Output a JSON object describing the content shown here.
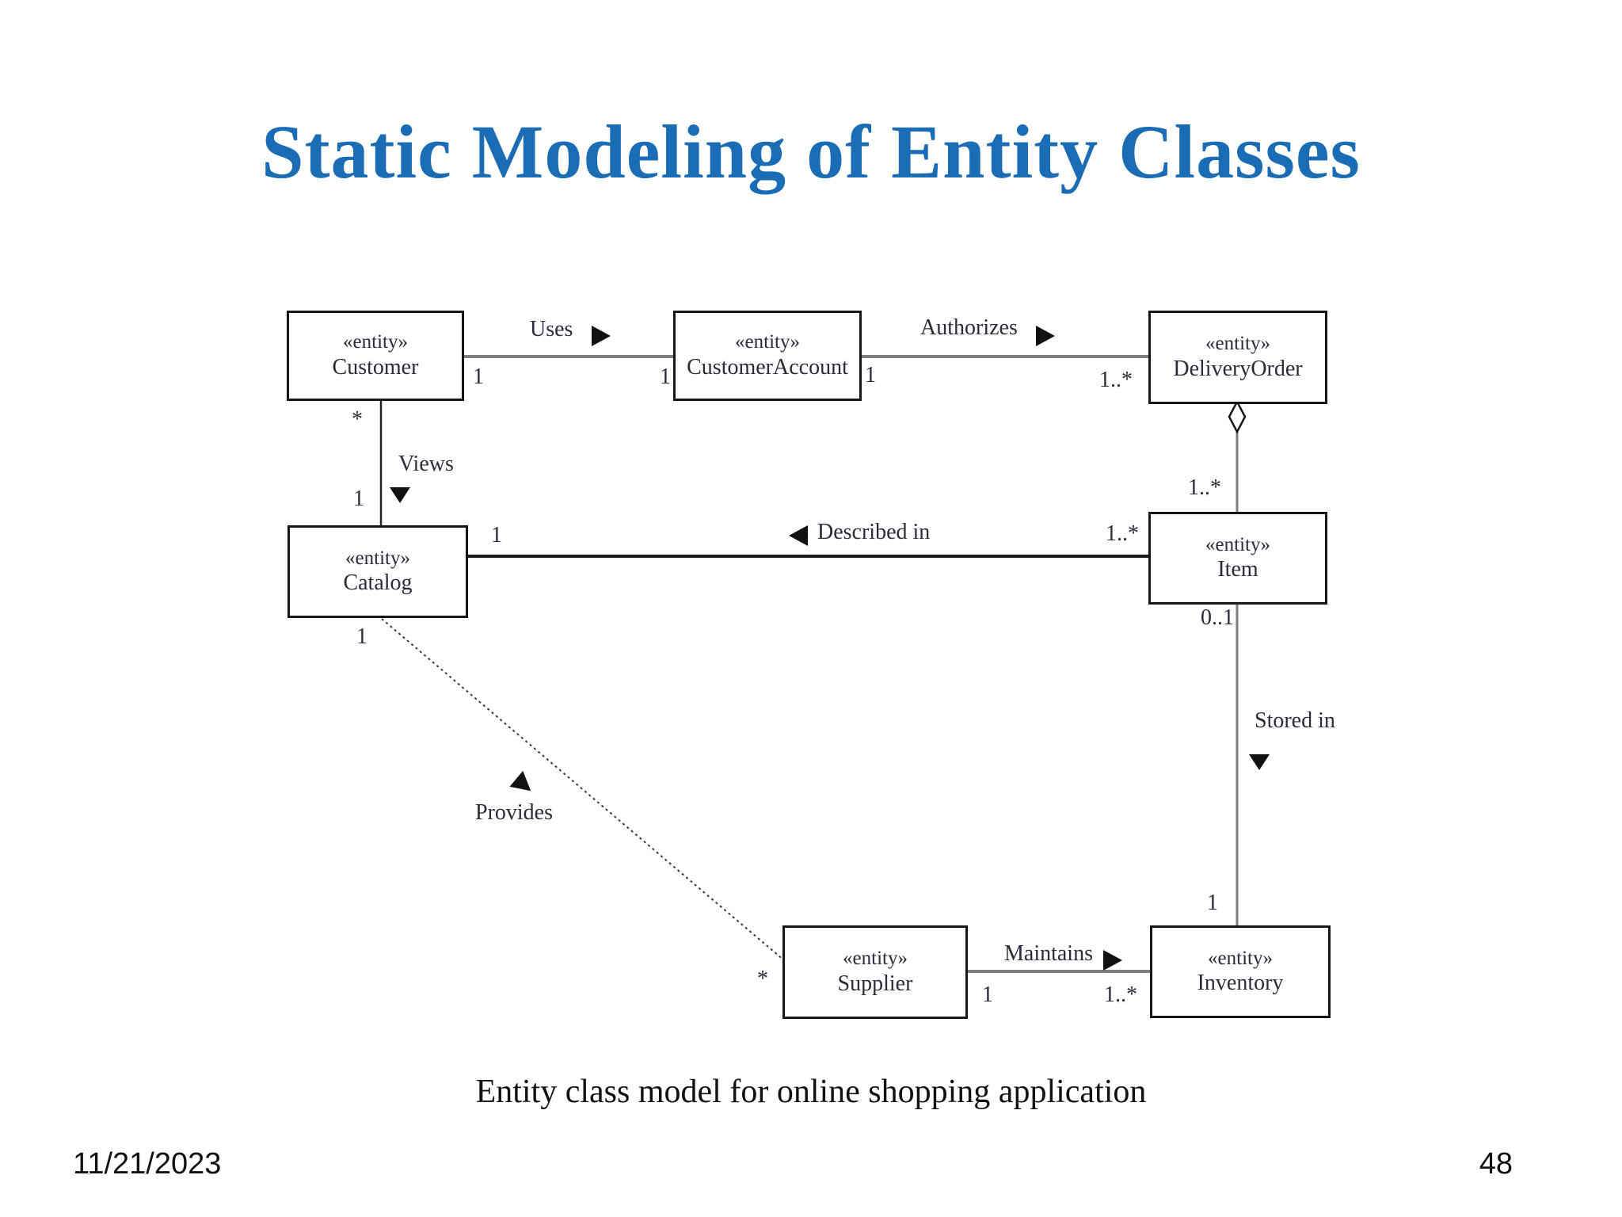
{
  "slide": {
    "title": "Static Modeling of Entity Classes",
    "caption": "Entity class model for online shopping application",
    "date": "11/21/2023",
    "page_number": "48"
  },
  "colors": {
    "title_blue": "#1a6cb5",
    "line_gray": "#7f7f7f",
    "line_dark": "#1a1a1a"
  },
  "diagram": {
    "stereotype": "«entity»",
    "classes": {
      "customer": "Customer",
      "customer_account": "CustomerAccount",
      "delivery_order": "DeliveryOrder",
      "catalog": "Catalog",
      "item": "Item",
      "supplier": "Supplier",
      "inventory": "Inventory"
    },
    "associations": {
      "uses": {
        "label": "Uses",
        "from_mult": "1",
        "to_mult": "1"
      },
      "authorizes": {
        "label": "Authorizes",
        "from_mult": "1",
        "to_mult": "1..*"
      },
      "views": {
        "label": "Views",
        "from_mult": "*",
        "to_mult": "1"
      },
      "described_in": {
        "label": "Described in",
        "from_mult": "1",
        "to_mult": "1..*"
      },
      "aggregation_delivery_item": {
        "to_mult": "1..*"
      },
      "stored_in": {
        "label": "Stored in",
        "from_mult": "0..1",
        "to_mult": "1"
      },
      "provides": {
        "label": "Provides",
        "from_mult": "1",
        "to_mult": "*"
      },
      "maintains": {
        "label": "Maintains",
        "from_mult": "1",
        "to_mult": "1..*"
      }
    }
  }
}
